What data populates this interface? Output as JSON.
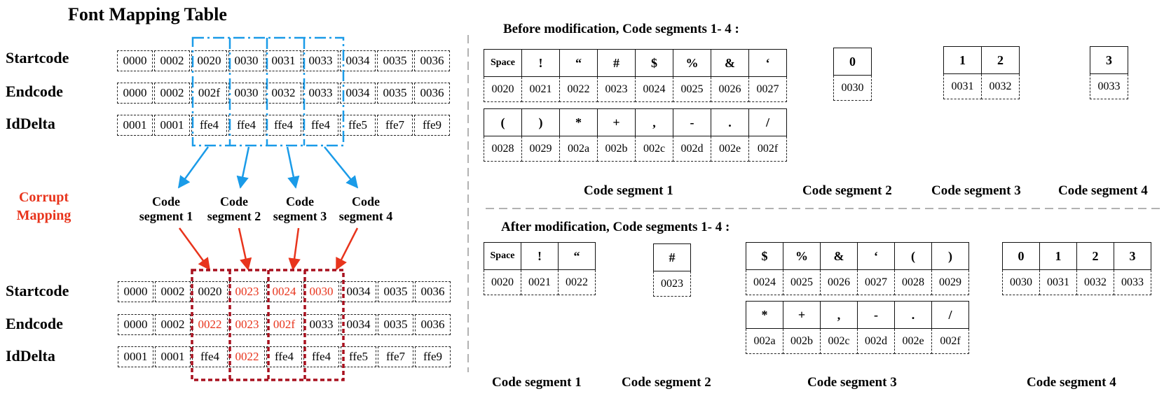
{
  "left": {
    "title": "Font Mapping Table",
    "corrupt_label": [
      "Corrupt",
      "Mapping"
    ],
    "segment_labels": [
      [
        "Code",
        "segment 1"
      ],
      [
        "Code",
        "segment 2"
      ],
      [
        "Code",
        "segment 3"
      ],
      [
        "Code",
        "segment 4"
      ]
    ],
    "top_table": {
      "rows": [
        {
          "label": "Startcode",
          "cells": [
            {
              "v": "0000"
            },
            {
              "v": "0002"
            },
            {
              "v": "0020"
            },
            {
              "v": "0030"
            },
            {
              "v": "0031"
            },
            {
              "v": "0033"
            },
            {
              "v": "0034"
            },
            {
              "v": "0035"
            },
            {
              "v": "0036"
            }
          ]
        },
        {
          "label": "Endcode",
          "cells": [
            {
              "v": "0000"
            },
            {
              "v": "0002"
            },
            {
              "v": "002f"
            },
            {
              "v": "0030"
            },
            {
              "v": "0032"
            },
            {
              "v": "0033"
            },
            {
              "v": "0034"
            },
            {
              "v": "0035"
            },
            {
              "v": "0036"
            }
          ]
        },
        {
          "label": "IdDelta",
          "cells": [
            {
              "v": "0001"
            },
            {
              "v": "0001"
            },
            {
              "v": "ffe4"
            },
            {
              "v": "ffe4"
            },
            {
              "v": "ffe4"
            },
            {
              "v": "ffe4"
            },
            {
              "v": "ffe5"
            },
            {
              "v": "ffe7"
            },
            {
              "v": "ffe9"
            }
          ]
        }
      ]
    },
    "bottom_table": {
      "rows": [
        {
          "label": "Startcode",
          "cells": [
            {
              "v": "0000"
            },
            {
              "v": "0002"
            },
            {
              "v": "0020"
            },
            {
              "v": "0023",
              "red": true
            },
            {
              "v": "0024",
              "red": true
            },
            {
              "v": "0030",
              "red": true
            },
            {
              "v": "0034"
            },
            {
              "v": "0035"
            },
            {
              "v": "0036"
            }
          ]
        },
        {
          "label": "Endcode",
          "cells": [
            {
              "v": "0000"
            },
            {
              "v": "0002"
            },
            {
              "v": "0022",
              "red": true
            },
            {
              "v": "0023",
              "red": true
            },
            {
              "v": "002f",
              "red": true
            },
            {
              "v": "0033"
            },
            {
              "v": "0034"
            },
            {
              "v": "0035"
            },
            {
              "v": "0036"
            }
          ]
        },
        {
          "label": "IdDelta",
          "cells": [
            {
              "v": "0001"
            },
            {
              "v": "0001"
            },
            {
              "v": "ffe4"
            },
            {
              "v": "0022",
              "red": true
            },
            {
              "v": "ffe4"
            },
            {
              "v": "ffe4"
            },
            {
              "v": "ffe5"
            },
            {
              "v": "ffe7"
            },
            {
              "v": "ffe9"
            }
          ]
        }
      ]
    }
  },
  "before": {
    "heading": "Before modification, Code segments 1- 4 :",
    "groups": [
      {
        "rows": [
          {
            "glyphs": [
              "Space",
              "!",
              "“",
              "#",
              "$",
              "%",
              "&",
              "‘"
            ],
            "codes": [
              "0020",
              "0021",
              "0022",
              "0023",
              "0024",
              "0025",
              "0026",
              "0027"
            ]
          },
          {
            "glyphs": [
              "(",
              ")",
              "*",
              "+",
              ",",
              "-",
              ".",
              "/"
            ],
            "codes": [
              "0028",
              "0029",
              "002a",
              "002b",
              "002c",
              "002d",
              "002e",
              "002f"
            ]
          }
        ]
      },
      {
        "rows": [
          {
            "glyphs": [
              "0"
            ],
            "codes": [
              "0030"
            ]
          }
        ]
      },
      {
        "rows": [
          {
            "glyphs": [
              "1",
              "2"
            ],
            "codes": [
              "0031",
              "0032"
            ]
          }
        ]
      },
      {
        "rows": [
          {
            "glyphs": [
              "3"
            ],
            "codes": [
              "0033"
            ]
          }
        ]
      }
    ],
    "segment_labels": [
      "Code segment 1",
      "Code segment 2",
      "Code segment 3",
      "Code segment 4"
    ]
  },
  "after": {
    "heading": "After modification, Code segments 1- 4 :",
    "groups": [
      {
        "rows": [
          {
            "glyphs": [
              "Space",
              "!",
              "“"
            ],
            "codes": [
              "0020",
              "0021",
              "0022"
            ]
          }
        ]
      },
      {
        "rows": [
          {
            "glyphs": [
              "#"
            ],
            "codes": [
              "0023"
            ]
          }
        ]
      },
      {
        "rows": [
          {
            "glyphs": [
              "$",
              "%",
              "&",
              "‘",
              "(",
              ")"
            ],
            "codes": [
              "0024",
              "0025",
              "0026",
              "0027",
              "0028",
              "0029"
            ]
          },
          {
            "glyphs": [
              "*",
              "+",
              ",",
              "-",
              ".",
              "/"
            ],
            "codes": [
              "002a",
              "002b",
              "002c",
              "002d",
              "002e",
              "002f"
            ]
          }
        ]
      },
      {
        "rows": [
          {
            "glyphs": [
              "0",
              "1",
              "2",
              "3"
            ],
            "codes": [
              "0030",
              "0031",
              "0032",
              "0033"
            ]
          }
        ]
      }
    ],
    "segment_labels": [
      "Code segment 1",
      "Code segment 2",
      "Code segment 3",
      "Code segment 4"
    ]
  },
  "colors": {
    "blue": "#1a9be8",
    "red_arrow": "#e8341c",
    "dark_red": "#a8101e",
    "red_text": "#e8341c"
  }
}
